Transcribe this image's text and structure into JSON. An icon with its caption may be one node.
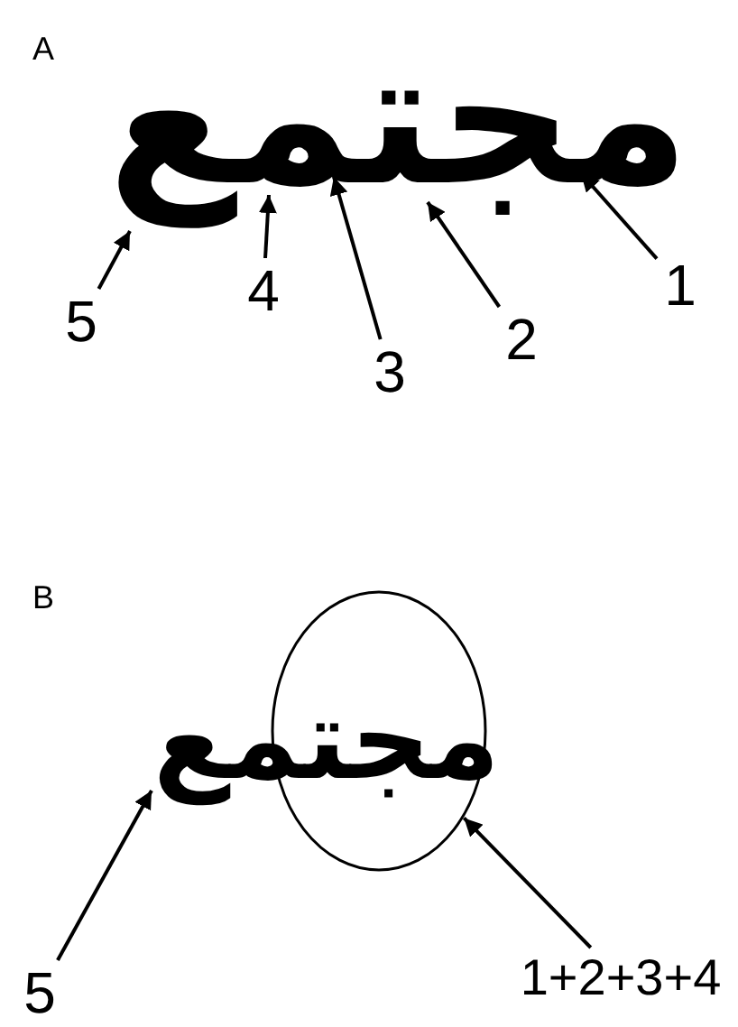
{
  "diagram": {
    "nodes": [
      {
        "text": [
          "1"
        ]
      },
      {
        "text": [
          "2"
        ]
      },
      {
        "text": [
          "3"
        ]
      },
      {
        "text": [
          "4"
        ]
      },
      {
        "text": [
          "5"
        ]
      },
      {
        "text": [
          "1+2+3+4"
        ]
      },
      {
        "text": [],
        "shape": "ellipse"
      },
      {
        "text": [
          "5"
        ]
      },
      {
        "text": [
          "مجتمع"
        ]
      },
      {
        "text": [
          "مجتمع"
        ]
      }
    ],
    "edges": [
      {
        "from": 0,
        "to": 8,
        "arrow": "to"
      },
      {
        "from": 1,
        "to": 8,
        "arrow": "to"
      },
      {
        "from": 2,
        "to": 8,
        "arrow": "to"
      },
      {
        "from": 3,
        "to": 8,
        "arrow": "to"
      },
      {
        "from": 4,
        "to": 8,
        "arrow": "to"
      },
      {
        "from": 5,
        "to": 6,
        "arrow": "to"
      },
      {
        "from": 7,
        "to": 9,
        "arrow": "to"
      }
    ],
    "labels": [
      "A",
      "B"
    ]
  }
}
